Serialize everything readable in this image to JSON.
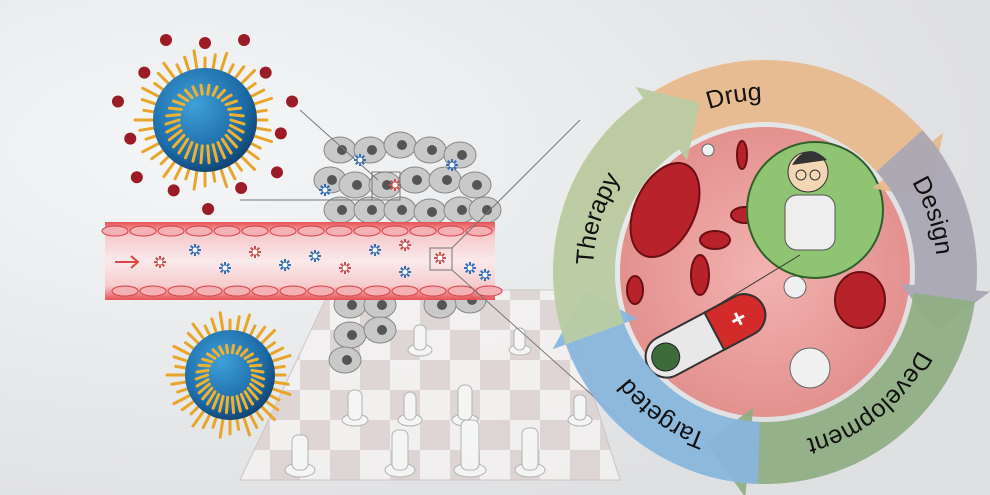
{
  "cycle": {
    "labels": {
      "drug": "Drug",
      "design": "Design",
      "development": "Development",
      "targeted": "Targeted",
      "therapy": "Therapy"
    },
    "colors": {
      "drug": "#e7b98d",
      "design": "#aaa6b4",
      "development": "#8fae84",
      "targeted": "#88b6dc",
      "therapy": "#b9cba2"
    }
  },
  "illustration": {
    "capsule_symbol": "+",
    "vessel_flow_icon": "arrow-right-icon"
  }
}
